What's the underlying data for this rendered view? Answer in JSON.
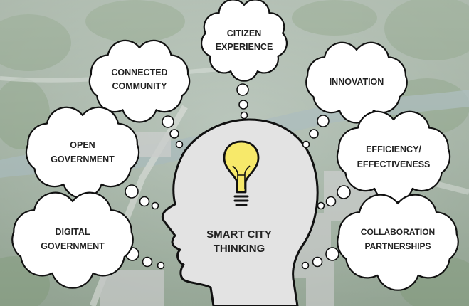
{
  "scene": {
    "background": "aerial-city-photo-washed",
    "colors": {
      "bulb": "#f7e96a",
      "outline": "#111111",
      "head": "#e3e3e3",
      "cloud": "#ffffff",
      "text": "#222222"
    }
  },
  "center": {
    "line1": "SMART CITY",
    "line2": "THINKING",
    "icon": "lightbulb-icon"
  },
  "clouds": [
    {
      "id": "citizen-experience",
      "line1": "CITIZEN",
      "line2": "EXPERIENCE"
    },
    {
      "id": "connected-community",
      "line1": "CONNECTED",
      "line2": "COMMUNITY"
    },
    {
      "id": "innovation",
      "line1": "INNOVATION",
      "line2": ""
    },
    {
      "id": "open-government",
      "line1": "OPEN",
      "line2": "GOVERNMENT"
    },
    {
      "id": "efficiency-effectiveness",
      "line1": "EFFICIENCY/",
      "line2": "EFFECTIVENESS"
    },
    {
      "id": "digital-government",
      "line1": "DIGITAL",
      "line2": "GOVERNMENT"
    },
    {
      "id": "collaboration-partnerships",
      "line1": "COLLABORATION",
      "line2": "PARTNERSHIPS"
    }
  ]
}
